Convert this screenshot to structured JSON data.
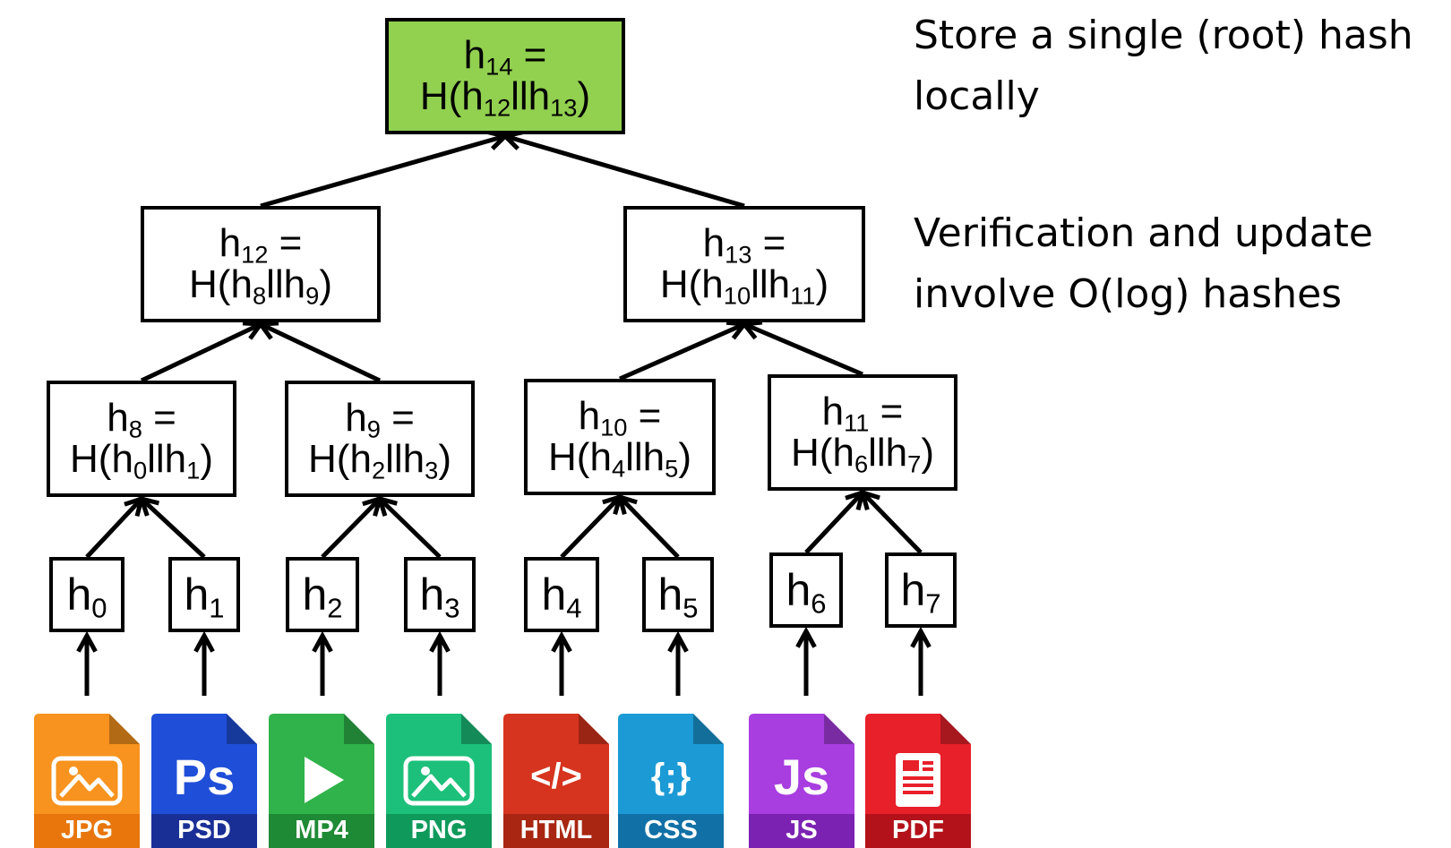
{
  "root": {
    "line1": "h",
    "line1_sub": "14",
    "line1_suffix": " =",
    "line2": "H(h",
    "line2_sub1": "12",
    "line2_mid": "llh",
    "line2_sub2": "13",
    "line2_end": ")",
    "fill": "#92d050"
  },
  "level2": [
    {
      "name": "h12",
      "line1": "h",
      "line1_sub": "12",
      "line1_suffix": " =",
      "line2": "H(h",
      "line2_sub1": "8",
      "line2_mid": "llh",
      "line2_sub2": "9",
      "line2_end": ")"
    },
    {
      "name": "h13",
      "line1": "h",
      "line1_sub": "13",
      "line1_suffix": " =",
      "line2": "H(h",
      "line2_sub1": "10",
      "line2_mid": "llh",
      "line2_sub2": "11",
      "line2_end": ")"
    }
  ],
  "level1": [
    {
      "name": "h8",
      "line1": "h",
      "line1_sub": "8",
      "line1_suffix": " =",
      "line2": "H(h",
      "line2_sub1": "0",
      "line2_mid": "llh",
      "line2_sub2": "1",
      "line2_end": ")"
    },
    {
      "name": "h9",
      "line1": "h",
      "line1_sub": "9",
      "line1_suffix": " =",
      "line2": "H(h",
      "line2_sub1": "2",
      "line2_mid": "llh",
      "line2_sub2": "3",
      "line2_end": ")"
    },
    {
      "name": "h10",
      "line1": "h",
      "line1_sub": "10",
      "line1_suffix": " =",
      "line2": "H(h",
      "line2_sub1": "4",
      "line2_mid": "llh",
      "line2_sub2": "5",
      "line2_end": ")"
    },
    {
      "name": "h11",
      "line1": "h",
      "line1_sub": "11",
      "line1_suffix": " =",
      "line2": "H(h",
      "line2_sub1": "6",
      "line2_mid": "llh",
      "line2_sub2": "7",
      "line2_end": ")"
    }
  ],
  "leaves": [
    {
      "label": "h",
      "sub": "0"
    },
    {
      "label": "h",
      "sub": "1"
    },
    {
      "label": "h",
      "sub": "2"
    },
    {
      "label": "h",
      "sub": "3"
    },
    {
      "label": "h",
      "sub": "4"
    },
    {
      "label": "h",
      "sub": "5"
    },
    {
      "label": "h",
      "sub": "6"
    },
    {
      "label": "h",
      "sub": "7"
    }
  ],
  "files": [
    {
      "ext": "JPG",
      "icon": "image-icon",
      "glyph": "",
      "color": "#f7931e",
      "band": "#e8760c"
    },
    {
      "ext": "PSD",
      "icon": "photoshop-icon",
      "glyph": "Ps",
      "color": "#1f4fd8",
      "band": "#1a2f96"
    },
    {
      "ext": "MP4",
      "icon": "play-icon",
      "glyph": "",
      "color": "#2fb34a",
      "band": "#1f8a35"
    },
    {
      "ext": "PNG",
      "icon": "image-icon",
      "glyph": "",
      "color": "#1cc07a",
      "band": "#0f9a5c"
    },
    {
      "ext": "HTML",
      "icon": "code-tag-icon",
      "glyph": "</>",
      "color": "#d6341e",
      "band": "#a82612"
    },
    {
      "ext": "CSS",
      "icon": "code-braces-icon",
      "glyph": "{;}",
      "color": "#1b9ad6",
      "band": "#1171a6"
    },
    {
      "ext": "JS",
      "icon": "javascript-icon",
      "glyph": "Js",
      "color": "#a83de0",
      "band": "#7c22b3"
    },
    {
      "ext": "PDF",
      "icon": "document-icon",
      "glyph": "",
      "color": "#e8202a",
      "band": "#b3121a"
    }
  ],
  "notes": {
    "root_note_line1": "Store a single (root) hash",
    "root_note_line2": "locally",
    "verify_note_line1": "Verification and update",
    "verify_note_line2": "involve O(log) hashes"
  }
}
